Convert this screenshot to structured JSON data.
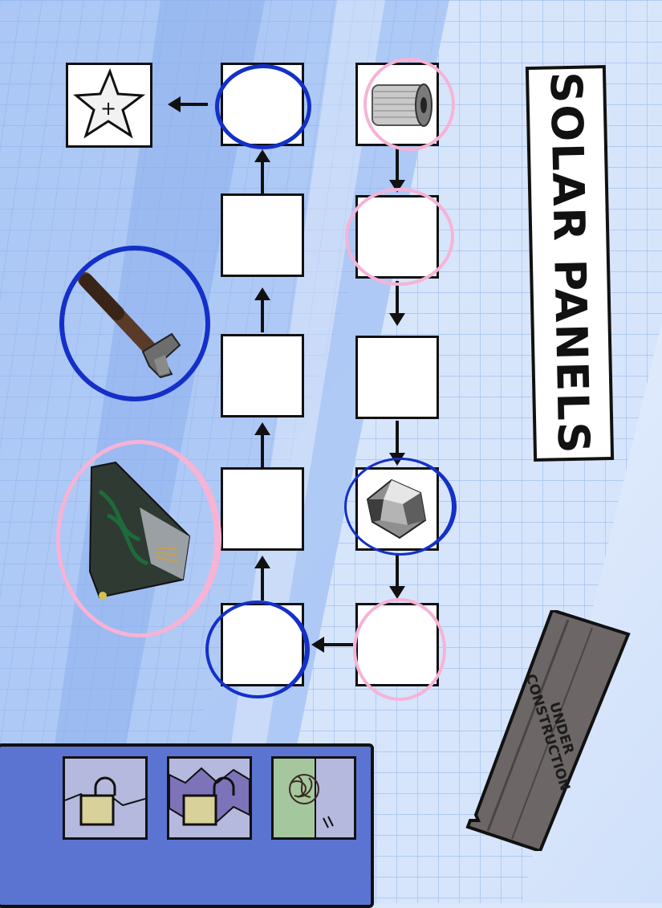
{
  "title": "SOLAR PANELS",
  "status_board": {
    "line1": "UNDER",
    "line2": "CONSTRUCTION"
  },
  "reward": {
    "icon": "star-badge-icon",
    "value": "+"
  },
  "path": {
    "right_column": [
      "spool-icon",
      "empty",
      "empty",
      "crystal-icon",
      "empty"
    ],
    "left_column": [
      "empty",
      "empty",
      "empty",
      "empty",
      "empty"
    ]
  },
  "items": {
    "left_top": "hammer-icon",
    "left_bottom": "scrap-electronics-icon"
  },
  "inventory": [
    {
      "icon": "locked-slot-icon",
      "state": "locked"
    },
    {
      "icon": "locked-slot-icon",
      "state": "locked"
    },
    {
      "icon": "wire-ball-icon",
      "state": "unlocked"
    }
  ],
  "colors": {
    "pink_ring": "#f6b3d6",
    "blue_ring": "#1430c8",
    "panel": "#5c74d1",
    "sky": "#dbe7fb"
  }
}
